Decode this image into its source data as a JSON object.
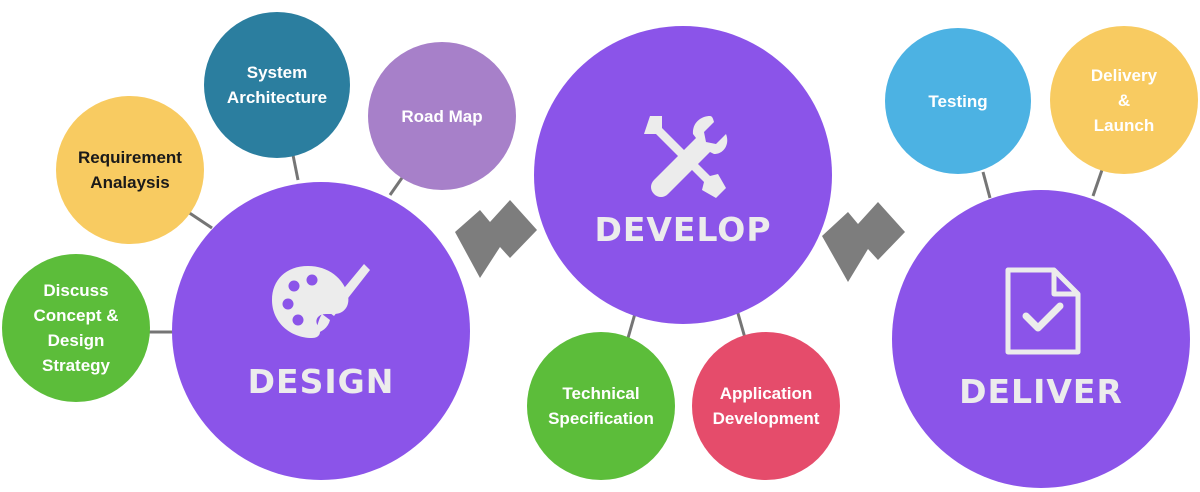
{
  "colors": {
    "main": "#8b54e9",
    "connector": "#757575",
    "arrow": "#7d7d7d",
    "yellow": "#f8cb61",
    "teal": "#2b7e9f",
    "lavender": "#a780c9",
    "green": "#5cbd3a",
    "red": "#e54c6b",
    "sky": "#4cb2e3",
    "icon": "#ececec"
  },
  "stages": {
    "design": {
      "label": "DESIGN",
      "icon": "palette-icon"
    },
    "develop": {
      "label": "DEVELOP",
      "icon": "tools-icon"
    },
    "deliver": {
      "label": "DELIVER",
      "icon": "document-check-icon"
    }
  },
  "topics": {
    "system_architecture": "System\nArchitecture",
    "road_map": "Road Map",
    "requirement_analysis": "Requirement\nAnalaysis",
    "discuss_concept": "Discuss\nConcept &\nDesign\nStrategy",
    "technical_specification": "Technical\nSpecification",
    "application_development": "Application\nDevelopment",
    "testing": "Testing",
    "delivery_launch": "Delivery\n&\nLaunch"
  }
}
